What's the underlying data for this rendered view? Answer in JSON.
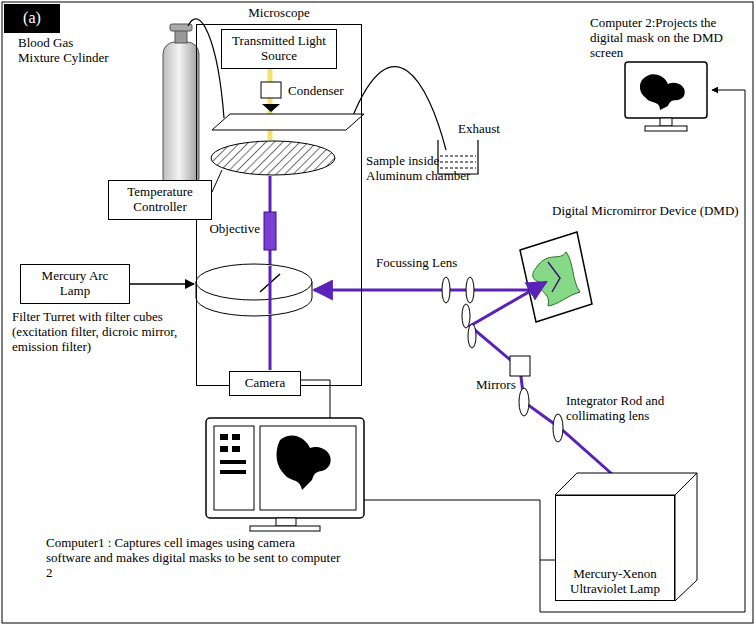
{
  "diagram": {
    "nodes": [
      {
        "text": [
          "(a)"
        ]
      },
      {
        "text": [
          "Microscope"
        ]
      },
      {
        "text": [
          "Transmitted Light Source"
        ],
        "in": 1
      },
      {
        "text": [
          "Temperature Controller"
        ]
      },
      {
        "text": [
          "Mercury Arc Lamp"
        ]
      },
      {
        "text": [
          "Camera"
        ],
        "in": 1
      },
      {
        "text": [
          "Mercury-Xenon Ultraviolet Lamp"
        ]
      }
    ],
    "labels": [
      "Blood Gas Mixture Cylinder",
      "Condenser",
      "Exhaust",
      "Sample inside Aluminum chamber",
      "Objective",
      "Focussing Lens",
      "Digital Micromirror Device (DMD)",
      "Computer 2:Projects the digital mask on the DMD screen",
      "Filter Turret with filter cubes (excitation filter, dicroic mirror, emission filter)",
      "Mirrors",
      "Integrator Rod and collimating lens",
      "Computer1 : Captures cell images using camera software and makes digital masks to be sent to computer 2"
    ]
  }
}
